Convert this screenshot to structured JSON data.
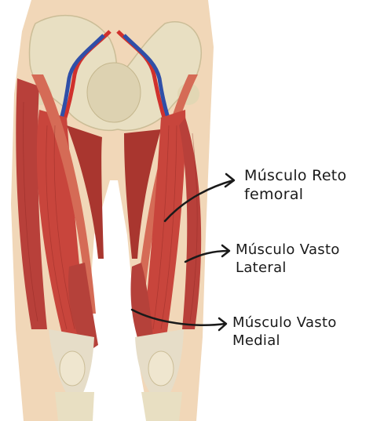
{
  "labels": {
    "rectus_femoris": "Músculo Reto\nfemoral",
    "vastus_lateralis": "Músculo Vasto\nLateral",
    "vastus_medialis": "Músculo Vasto\nMedial"
  },
  "colors": {
    "muscle": "#c8453c",
    "muscle_dark": "#9e2f2a",
    "tendon": "#e6ddc8",
    "bone": "#e8dfc2",
    "artery": "#d0312d",
    "vein": "#2f4fa8",
    "skin": "#f1d7b8",
    "arrow": "#1a1a1a"
  }
}
